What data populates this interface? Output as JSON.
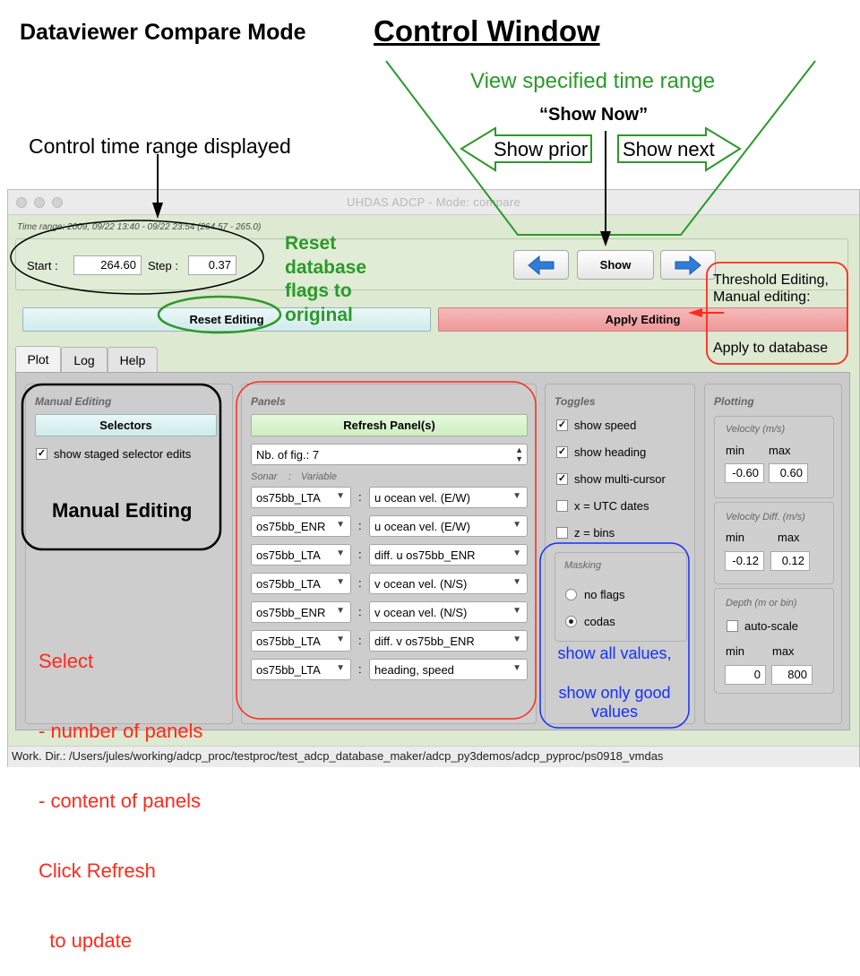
{
  "header": {
    "main_title": "Dataviewer Compare Mode",
    "control_title": "Control Window"
  },
  "annotations": {
    "view_range": "View specified time range",
    "show_now": "“Show Now”",
    "show_prior": "Show prior",
    "show_next": "Show next",
    "control_time": "Control time range displayed",
    "reset_db_lines": [
      "Reset",
      "database",
      "flags to",
      "original"
    ],
    "threshold_lines": [
      "Threshold Editing,",
      "Manual editing:"
    ],
    "apply_db": "Apply to database",
    "manual_editing": "Manual Editing",
    "select_lines": [
      "Select",
      "- number of panels",
      "- content of panels",
      "Click Refresh",
      "  to update"
    ],
    "show_all": "show all values,",
    "show_good_lines": [
      "show only good",
      "values"
    ]
  },
  "window": {
    "title": "UHDAS ADCP - Mode: compare",
    "time_range": "Time range: 2009, 09/22 13:40 - 09/22 23:54 (264.57 - 265.0)",
    "start_label": "Start :",
    "start_value": "264.60",
    "step_label": "Step :",
    "step_value": "0.37",
    "show_button": "Show",
    "reset_button": "Reset Editing",
    "apply_button": "Apply Editing",
    "tabs": [
      "Plot",
      "Log",
      "Help"
    ],
    "status": "Work. Dir.: /Users/jules/working/adcp_proc/testproc/test_adcp_database_maker/adcp_py3demos/adcp_pyproc/ps0918_vmdas"
  },
  "manual_editing": {
    "title": "Manual Editing",
    "selectors_button": "Selectors",
    "show_staged": "show staged selector edits"
  },
  "panels": {
    "title": "Panels",
    "refresh_button": "Refresh Panel(s)",
    "nb_fig": "Nb. of fig.: 7",
    "sonar_label": "Sonar",
    "colon_sep": ":",
    "variable_label": "Variable",
    "rows": [
      {
        "sonar": "os75bb_LTA",
        "variable": "u ocean vel. (E/W)"
      },
      {
        "sonar": "os75bb_ENR",
        "variable": "u ocean vel. (E/W)"
      },
      {
        "sonar": "os75bb_LTA",
        "variable": "diff.  u os75bb_ENR"
      },
      {
        "sonar": "os75bb_LTA",
        "variable": "v ocean vel. (N/S)"
      },
      {
        "sonar": "os75bb_ENR",
        "variable": "v ocean vel. (N/S)"
      },
      {
        "sonar": "os75bb_LTA",
        "variable": "diff.  v os75bb_ENR"
      },
      {
        "sonar": "os75bb_LTA",
        "variable": "heading, speed"
      }
    ]
  },
  "toggles": {
    "title": "Toggles",
    "items": [
      {
        "label": "show speed",
        "checked": true
      },
      {
        "label": "show heading",
        "checked": true
      },
      {
        "label": "show multi-cursor",
        "checked": true
      },
      {
        "label": "x = UTC dates",
        "checked": false
      },
      {
        "label": "z = bins",
        "checked": false
      }
    ],
    "masking_title": "Masking",
    "masking_options": [
      {
        "label": "no flags",
        "selected": false
      },
      {
        "label": "codas",
        "selected": true
      }
    ]
  },
  "plotting": {
    "title": "Plotting",
    "velocity_title": "Velocity (m/s)",
    "min_label": "min",
    "max_label": "max",
    "velocity_min": "-0.60",
    "velocity_max": "0.60",
    "diff_title": "Velocity Diff. (m/s)",
    "diff_min": "-0.12",
    "diff_max": "0.12",
    "depth_title": "Depth (m or bin)",
    "autoscale": "auto-scale",
    "depth_min": "0",
    "depth_max": "800"
  },
  "colors": {
    "annotation_green": "#2a9a2a",
    "annotation_red": "#ff2a1a",
    "annotation_blue": "#1530ff",
    "window_bg": "#dde9d1",
    "reset_button": "#dcefef",
    "apply_button": "#f2a6a6",
    "refresh_button": "#d9f3cf"
  },
  "icons": {
    "prev": "arrow-left-icon",
    "next": "arrow-right-icon"
  }
}
